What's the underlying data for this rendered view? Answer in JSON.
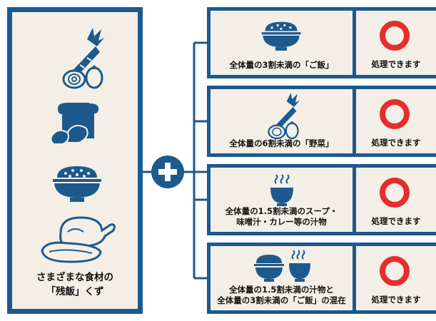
{
  "left_panel": {
    "caption_line1": "さまざまな食材の",
    "caption_line2": "「残飯」くず",
    "icons": [
      "vegetables-icon",
      "bread-icon",
      "rice-bowl-icon",
      "chicken-meat-icon"
    ]
  },
  "rows": [
    {
      "label_line1": "全体量の3割未満の「ご飯」",
      "label_line2": "",
      "status": "処理できます",
      "icon": "rice-bowl-icon"
    },
    {
      "label_line1": "全体量の6割未満の「野菜」",
      "label_line2": "",
      "status": "処理できます",
      "icon": "vegetables-icon"
    },
    {
      "label_line1": "全体量の1.5割未満のスープ・",
      "label_line2": "味噌汁・カレー等の汁物",
      "status": "処理できます",
      "icon": "soup-bowl-icon"
    },
    {
      "label_line1": "全体量の1.5割未満の汁物と",
      "label_line2": "全体量の3割未満の「ご飯」の混在",
      "status": "処理できます",
      "icon": "rice-and-soup-icon"
    }
  ],
  "colors": {
    "brand_blue": "#1c5a8e",
    "panel_bg": "#f3efe6",
    "ok_red": "#e52d2d"
  }
}
